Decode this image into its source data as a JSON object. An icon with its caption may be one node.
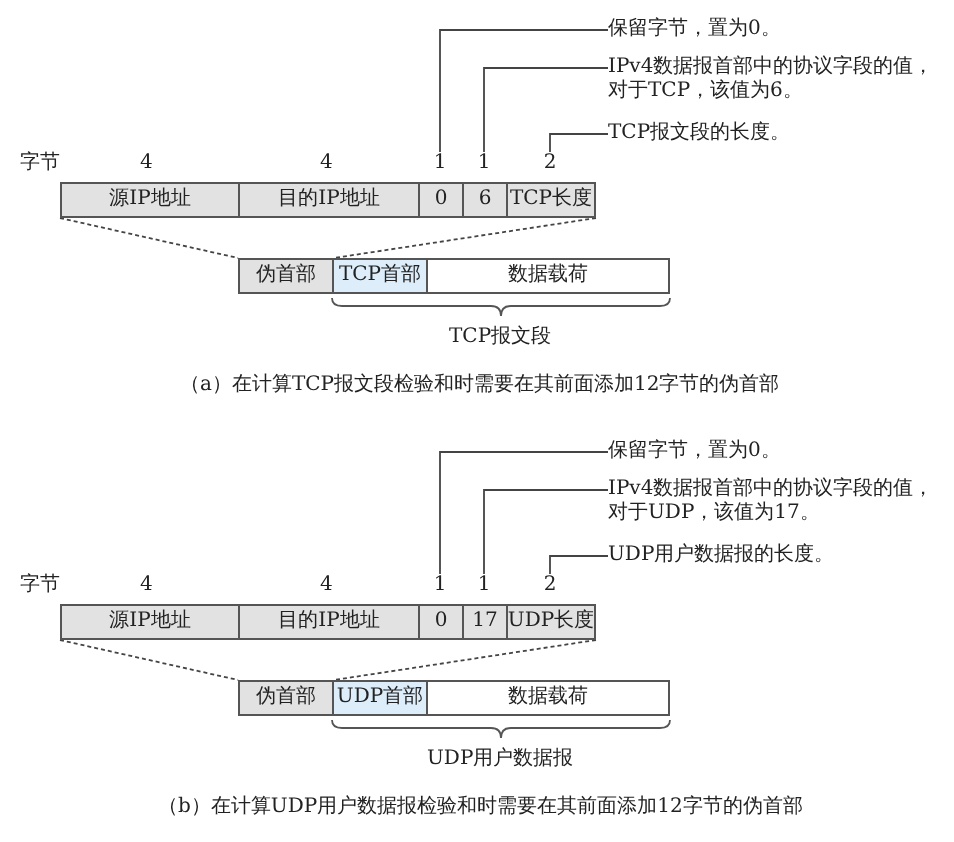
{
  "diagram": {
    "nodes": [
      {
        "text": [
          "保留字节，置为0。"
        ]
      },
      {
        "text": [
          "IPv4数据报首部中的协议字段的值，对于TCP，该值为6。"
        ]
      },
      {
        "text": [
          "TCP报文段的长度。"
        ]
      },
      {
        "text": [
          "1"
        ]
      },
      {
        "text": [
          "1"
        ]
      },
      {
        "text": [
          "2"
        ]
      },
      {
        "text": [
          "源IP地址"
        ]
      },
      {
        "text": [
          "目的IP地址"
        ]
      },
      {
        "text": [
          "0"
        ]
      },
      {
        "text": [
          "6"
        ]
      },
      {
        "text": [
          "TCP长度"
        ]
      },
      {
        "text": [
          "伪首部"
        ]
      },
      {
        "text": [
          "TCP首部"
        ]
      },
      {
        "text": [
          "数据载荷"
        ]
      },
      {
        "text": [
          "保留字节，置为0。"
        ]
      },
      {
        "text": [
          "IPv4数据报首部中的协议字段的值，对于UDP，该值为17。"
        ]
      },
      {
        "text": [
          "UDP用户数据报的长度。"
        ]
      },
      {
        "text": [
          "1"
        ]
      },
      {
        "text": [
          "1"
        ]
      },
      {
        "text": [
          "2"
        ]
      },
      {
        "text": [
          "源IP地址"
        ]
      },
      {
        "text": [
          "目的IP地址"
        ]
      },
      {
        "text": [
          "0"
        ]
      },
      {
        "text": [
          "17"
        ]
      },
      {
        "text": [
          "UDP长度"
        ]
      },
      {
        "text": [
          "伪首部"
        ]
      },
      {
        "text": [
          "UDP首部"
        ]
      },
      {
        "text": [
          "数据载荷"
        ]
      }
    ],
    "edges": [
      {
        "from": 0,
        "to": 3,
        "arrow": "none"
      },
      {
        "from": 1,
        "to": 4,
        "arrow": "none"
      },
      {
        "from": 2,
        "to": 5,
        "arrow": "none"
      },
      {
        "from": 6,
        "to": 11,
        "arrow": "none",
        "style": "dashed"
      },
      {
        "from": 10,
        "to": 11,
        "arrow": "none",
        "style": "dashed"
      },
      {
        "from": 14,
        "to": 17,
        "arrow": "none"
      },
      {
        "from": 15,
        "to": 18,
        "arrow": "none"
      },
      {
        "from": 16,
        "to": 19,
        "arrow": "none"
      },
      {
        "from": 20,
        "to": 25,
        "arrow": "none",
        "style": "dashed"
      },
      {
        "from": 24,
        "to": 25,
        "arrow": "none",
        "style": "dashed"
      }
    ],
    "labels": [
      "字节",
      "4",
      "4",
      "TCP报文段",
      "（a）在计算TCP报文段检验和时需要在其前面添加12字节的伪首部",
      "字节",
      "4",
      "4",
      "UDP用户数据报",
      "（b）在计算UDP用户数据报检验和时需要在其前面添加12字节的伪首部"
    ]
  }
}
